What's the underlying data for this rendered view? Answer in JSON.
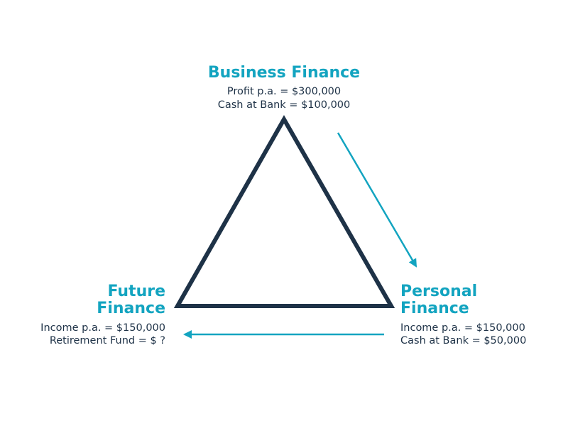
{
  "colors": {
    "accent": "#13a4c0",
    "triangle": "#1e3247",
    "text": "#1e3247"
  },
  "nodes": {
    "business": {
      "title": "Business Finance",
      "lines": [
        "Profit p.a. = $300,000",
        "Cash at Bank = $100,000"
      ]
    },
    "future": {
      "title_lines": [
        "Future",
        "Finance"
      ],
      "lines": [
        "Income p.a. = $150,000",
        "Retirement Fund = $ ?"
      ]
    },
    "personal": {
      "title_lines": [
        "Personal",
        "Finance"
      ],
      "lines": [
        "Income p.a. = $150,000",
        "Cash at Bank = $50,000"
      ]
    }
  }
}
